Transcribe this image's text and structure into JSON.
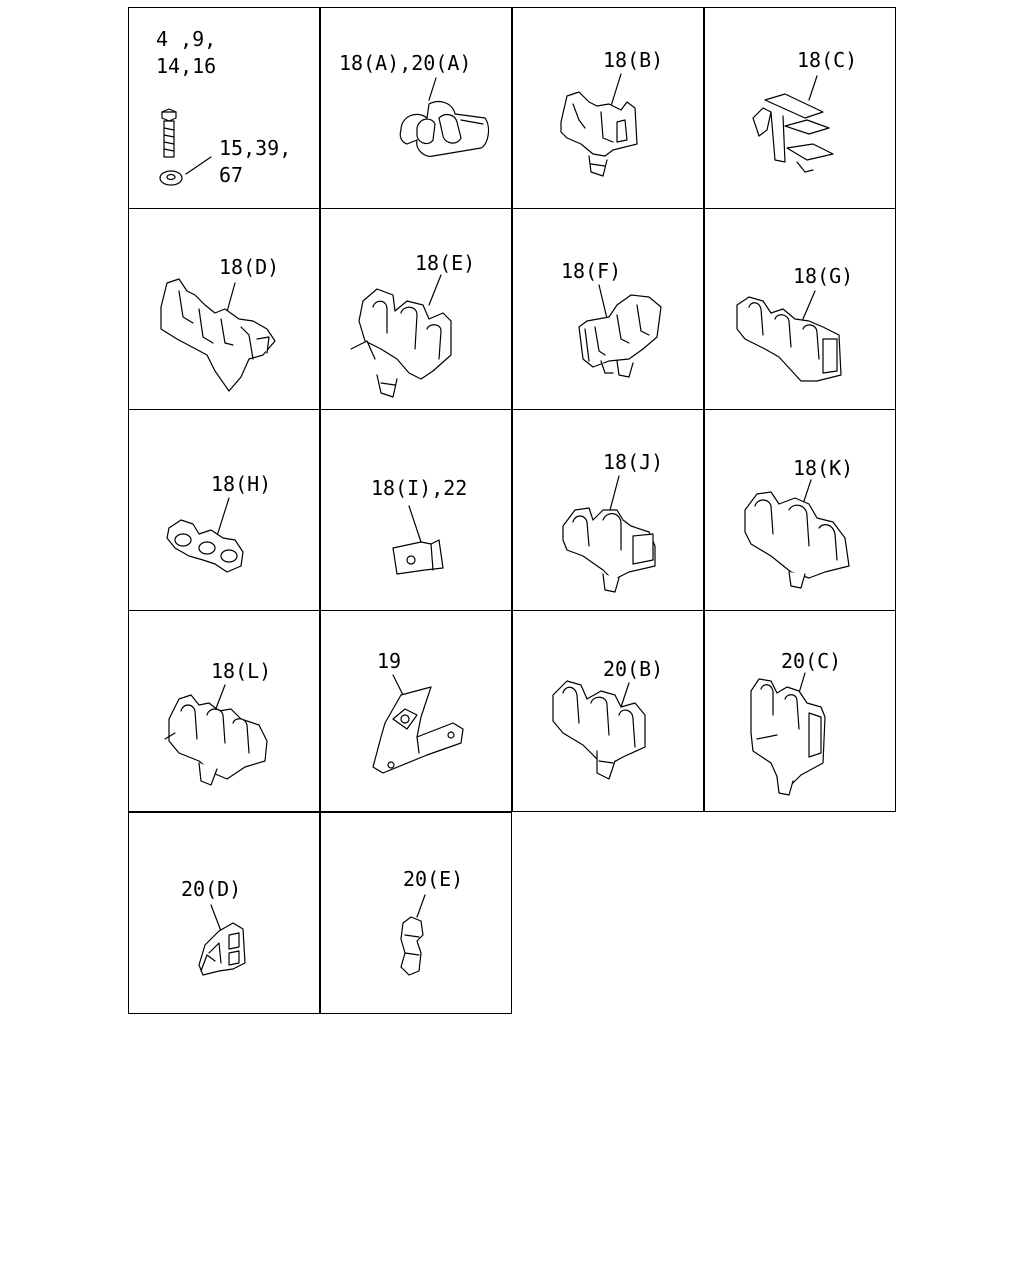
{
  "parts": [
    {
      "id": "bolt-nut",
      "labels": [
        "4 ,9,",
        "14,16",
        "15,39,",
        "67"
      ]
    },
    {
      "id": "18a-20a",
      "labels": [
        "18(A),20(A)"
      ]
    },
    {
      "id": "18b",
      "labels": [
        "18(B)"
      ]
    },
    {
      "id": "18c",
      "labels": [
        "18(C)"
      ]
    },
    {
      "id": "18d",
      "labels": [
        "18(D)"
      ]
    },
    {
      "id": "18e",
      "labels": [
        "18(E)"
      ]
    },
    {
      "id": "18f",
      "labels": [
        "18(F)"
      ]
    },
    {
      "id": "18g",
      "labels": [
        "18(G)"
      ]
    },
    {
      "id": "18h",
      "labels": [
        "18(H)"
      ]
    },
    {
      "id": "18i-22",
      "labels": [
        "18(I),22"
      ]
    },
    {
      "id": "18j",
      "labels": [
        "18(J)"
      ]
    },
    {
      "id": "18k",
      "labels": [
        "18(K)"
      ]
    },
    {
      "id": "18l",
      "labels": [
        "18(L)"
      ]
    },
    {
      "id": "19",
      "labels": [
        "19"
      ]
    },
    {
      "id": "20b",
      "labels": [
        "20(B)"
      ]
    },
    {
      "id": "20c",
      "labels": [
        "20(C)"
      ]
    },
    {
      "id": "20d",
      "labels": [
        "20(D)"
      ]
    },
    {
      "id": "20e",
      "labels": [
        "20(E)"
      ]
    }
  ]
}
